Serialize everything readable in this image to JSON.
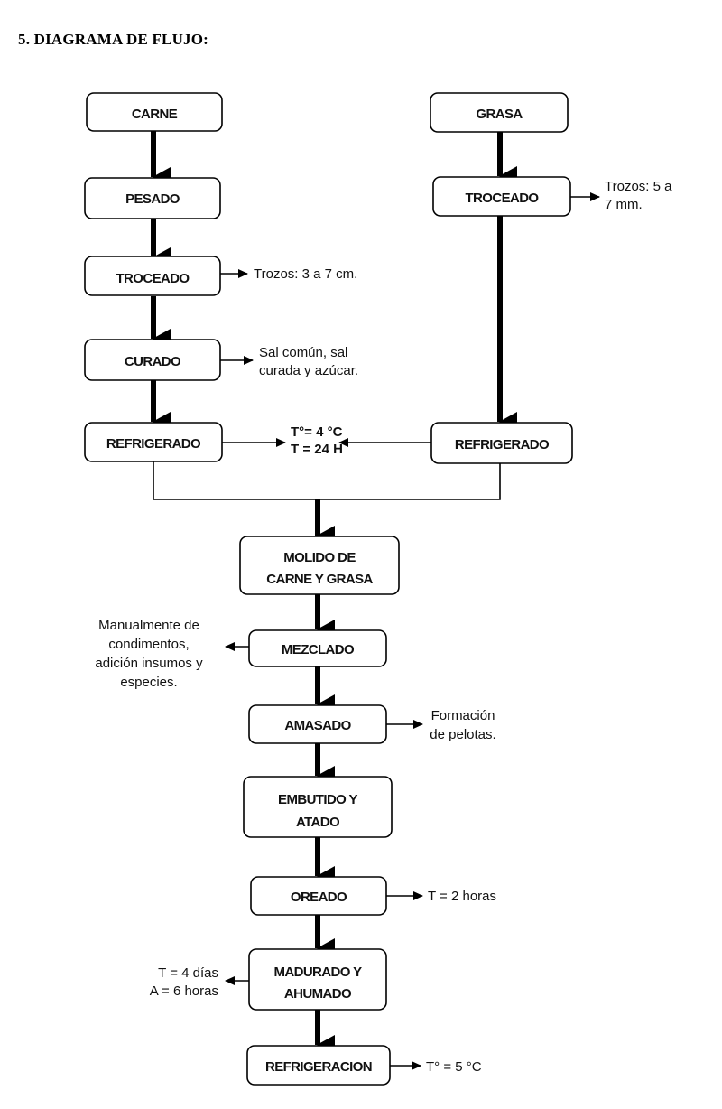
{
  "title": "5.  DIAGRAMA DE FLUJO:",
  "boxes": {
    "carne": [
      "CARNE"
    ],
    "pesado": [
      "PESADO"
    ],
    "troceado_carne": [
      "TROCEADO"
    ],
    "curado": [
      "CURADO"
    ],
    "refrigerado_carne": [
      "REFRIGERADO"
    ],
    "grasa": [
      "GRASA"
    ],
    "troceado_grasa": [
      "TROCEADO"
    ],
    "refrigerado_grasa": [
      "REFRIGERADO"
    ],
    "molido": [
      "MOLIDO DE",
      "CARNE Y GRASA"
    ],
    "mezclado": [
      "MEZCLADO"
    ],
    "amasado": [
      "AMASADO"
    ],
    "embutido": [
      "EMBUTIDO Y",
      "ATADO"
    ],
    "oreado": [
      "OREADO"
    ],
    "madurado": [
      "MADURADO Y",
      "AHUMADO"
    ],
    "refrigeracion": [
      "REFRIGERACION"
    ]
  },
  "notes": {
    "trozos_grasa": [
      "Trozos: 5 a",
      "7 mm."
    ],
    "trozos_carne": [
      "Trozos: 3 a 7 cm."
    ],
    "curado_insumos": [
      "Sal  común,  sal",
      "curada y azúcar."
    ],
    "refrigerado_cond": [
      "T°= 4 °C",
      "T = 24 H"
    ],
    "mezclado_nota": [
      "Manualmente de",
      "condimentos,",
      "adición insumos y",
      "especies."
    ],
    "amasado_nota": [
      "Formación",
      "de pelotas."
    ],
    "oreado_tiempo": [
      "T = 2 horas"
    ],
    "madurado_tiempos": [
      "T = 4 días",
      "A = 6 horas"
    ],
    "refrigeracion_temp": [
      "T° = 5 °C"
    ]
  }
}
